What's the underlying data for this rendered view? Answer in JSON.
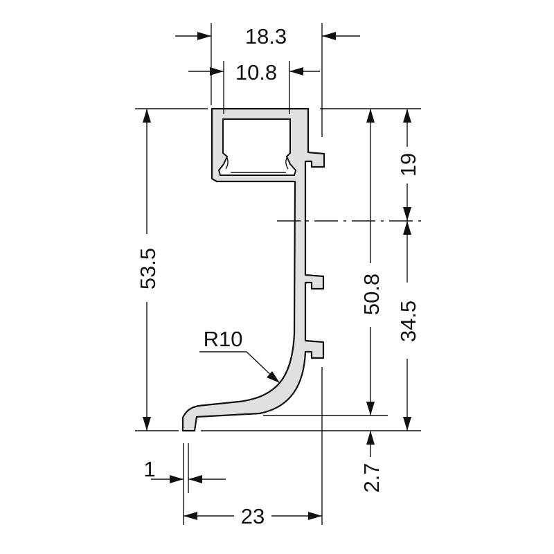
{
  "dimensions": {
    "top_overall_width": "18.3",
    "inner_channel_width": "10.8",
    "overall_height": "53.5",
    "upper_section_height": "19",
    "lower_height": "50.8",
    "lower_section_height": "34.5",
    "bend_radius": "R10",
    "lip_offset": "1",
    "bottom_offset": "2.7",
    "base_width": "23"
  },
  "colors": {
    "profile_fill": "#e0e0e0",
    "profile_stroke": "#111111",
    "line": "#111111",
    "background": "#ffffff"
  }
}
